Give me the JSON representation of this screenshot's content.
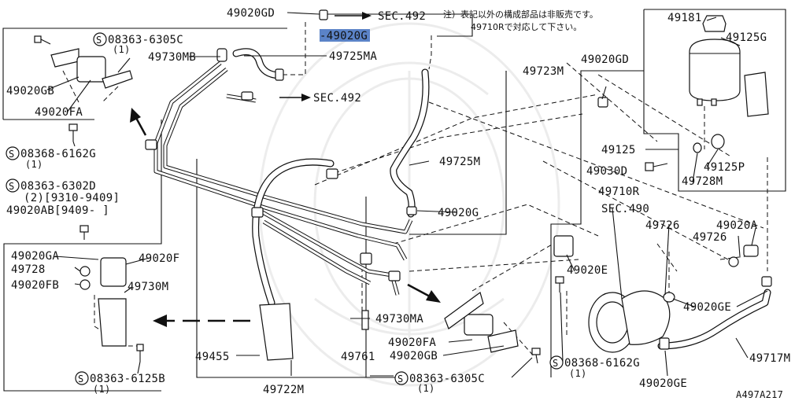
{
  "diagram": {
    "figure_id": "A497A217",
    "note_line1": "注）表記以外の構成部品は非販売です。",
    "note_line2": "49710Rで対応して下さい。",
    "labels": {
      "p49020GD_top": "49020GD",
      "sec492_top": "SEC.492",
      "p49020G_highlight": "-49020G",
      "p49725MA": "49725MA",
      "p49723M": "49723M",
      "sec492_mid": "SEC.492",
      "p49725M": "49725M",
      "p49020G_mid": "49020G",
      "p49710R": "49710R",
      "p49730MA": "49730MA",
      "p49020FA_right": "49020FA",
      "p49020GB_right": "49020GB",
      "bolt_08363_6305C_right": "08363-6305C",
      "bolt_08363_6305C_right_qty": "(1)",
      "p49761": "49761",
      "p49455": "49455",
      "p49722M": "49722M",
      "bolt_08363_6305C_left": "08363-6305C",
      "bolt_08363_6305C_left_qty": "(1)",
      "p49730MB": "49730MB",
      "p49020GB_left": "49020GB",
      "p49020FA_left": "49020FA",
      "bolt_08368_6162G_left": "08368-6162G",
      "bolt_08368_6162G_left_qty": "(1)",
      "bolt_08363_6302D": "08363-6302D",
      "bolt_08363_6302D_qty": "(2)[9310-9409]",
      "p49020AB": "49020AB[9409-   ]",
      "p49020GA": "49020GA",
      "p49020F": "49020F",
      "p49728_left": "49728",
      "p49020FB": "49020FB",
      "p49730M": "49730M",
      "bolt_08363_6125B": "08363-6125B",
      "bolt_08363_6125B_qty": "(1)",
      "p49181": "49181",
      "p49125G": "49125G",
      "p49020GD_right": "49020GD",
      "p49125": "49125",
      "p49030D": "49030D",
      "p49125P": "49125P",
      "p49728M": "49728M",
      "sec490": "SEC.490",
      "p49726_a": "49726",
      "p49020A": "49020A",
      "p49726_b": "49726",
      "p49020E": "49020E",
      "p49020GE_right": "49020GE",
      "bolt_08368_6162G_right": "08368-6162G",
      "bolt_08368_6162G_right_qty": "(1)",
      "p49717M": "49717M",
      "p49020GE_bottom": "49020GE",
      "s_mark": "S"
    }
  }
}
